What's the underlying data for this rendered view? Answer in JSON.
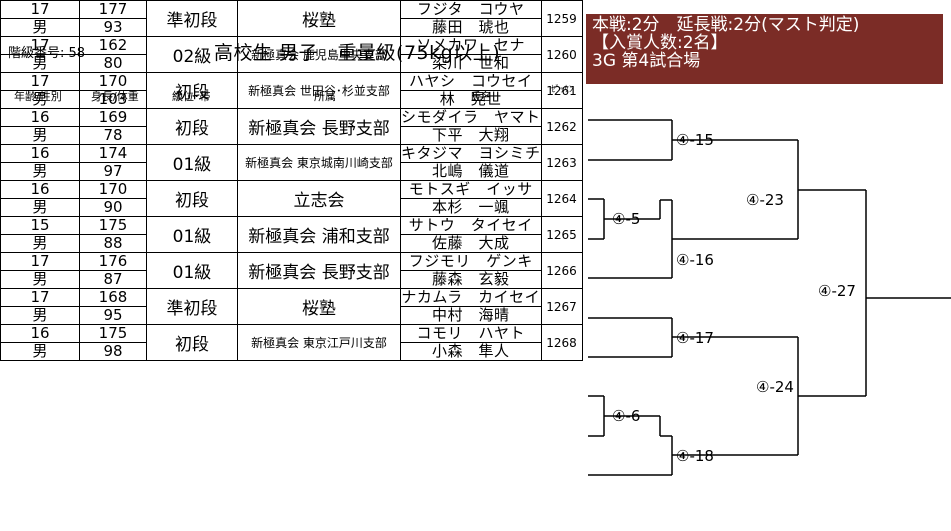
{
  "header": {
    "class_number": "階級番号: 58",
    "title": "高校生 男子　重量級(75kg以上)"
  },
  "info": {
    "line1": "本戦:2分　延長戦:2分(マスト判定)",
    "line2": "【入賞人数:2名】",
    "line3": "3G 第4試合場"
  },
  "columns": {
    "age_sex": "年齢/性別",
    "height_weight": "身長/体重",
    "grade": "級位･帯",
    "dojo": "所属",
    "name": "氏名",
    "zekken": "ｾﾞｯｹﾝ"
  },
  "entries": [
    {
      "age": "17",
      "sex": "男",
      "height": "177",
      "weight": "93",
      "grade": "準初段",
      "dojo": "桜塾",
      "kana": "フジタ　コウヤ",
      "name": "藤田　琥也",
      "zekken": "1259"
    },
    {
      "age": "17",
      "sex": "男",
      "height": "162",
      "weight": "80",
      "grade": "02級",
      "dojo": "新極真会 鹿児島中央支部",
      "kana": "ソメカワ　セナ",
      "name": "染川　世和",
      "zekken": "1260"
    },
    {
      "age": "17",
      "sex": "男",
      "height": "170",
      "weight": "103",
      "grade": "初段",
      "dojo": "新極真会 世田谷･杉並支部",
      "kana": "ハヤシ　コウセイ",
      "name": "林　晃世",
      "zekken": "1261"
    },
    {
      "age": "16",
      "sex": "男",
      "height": "169",
      "weight": "78",
      "grade": "初段",
      "dojo": "新極真会 長野支部",
      "kana": "シモダイラ　ヤマト",
      "name": "下平　大翔",
      "zekken": "1262"
    },
    {
      "age": "16",
      "sex": "男",
      "height": "174",
      "weight": "97",
      "grade": "01級",
      "dojo": "新極真会 東京城南川崎支部",
      "kana": "キタジマ　ヨシミチ",
      "name": "北嶋　儀道",
      "zekken": "1263"
    },
    {
      "age": "16",
      "sex": "男",
      "height": "170",
      "weight": "90",
      "grade": "初段",
      "dojo": "立志会",
      "kana": "モトスギ　イッサ",
      "name": "本杉　一颯",
      "zekken": "1264"
    },
    {
      "age": "15",
      "sex": "男",
      "height": "175",
      "weight": "88",
      "grade": "01級",
      "dojo": "新極真会 浦和支部",
      "kana": "サトウ　タイセイ",
      "name": "佐藤　大成",
      "zekken": "1265"
    },
    {
      "age": "17",
      "sex": "男",
      "height": "176",
      "weight": "87",
      "grade": "01級",
      "dojo": "新極真会 長野支部",
      "kana": "フジモリ　ゲンキ",
      "name": "藤森　玄毅",
      "zekken": "1266"
    },
    {
      "age": "17",
      "sex": "男",
      "height": "168",
      "weight": "95",
      "grade": "準初段",
      "dojo": "桜塾",
      "kana": "ナカムラ　カイセイ",
      "name": "中村　海晴",
      "zekken": "1267"
    },
    {
      "age": "16",
      "sex": "男",
      "height": "175",
      "weight": "98",
      "grade": "初段",
      "dojo": "新極真会 東京江戸川支部",
      "kana": "コモリ　ハヤト",
      "name": "小森　隼人",
      "zekken": "1268"
    }
  ],
  "matches": {
    "m5": "④-5",
    "m6": "④-6",
    "m15": "④-15",
    "m16": "④-16",
    "m17": "④-17",
    "m18": "④-18",
    "m23": "④-23",
    "m24": "④-24",
    "m27": "④-27"
  }
}
